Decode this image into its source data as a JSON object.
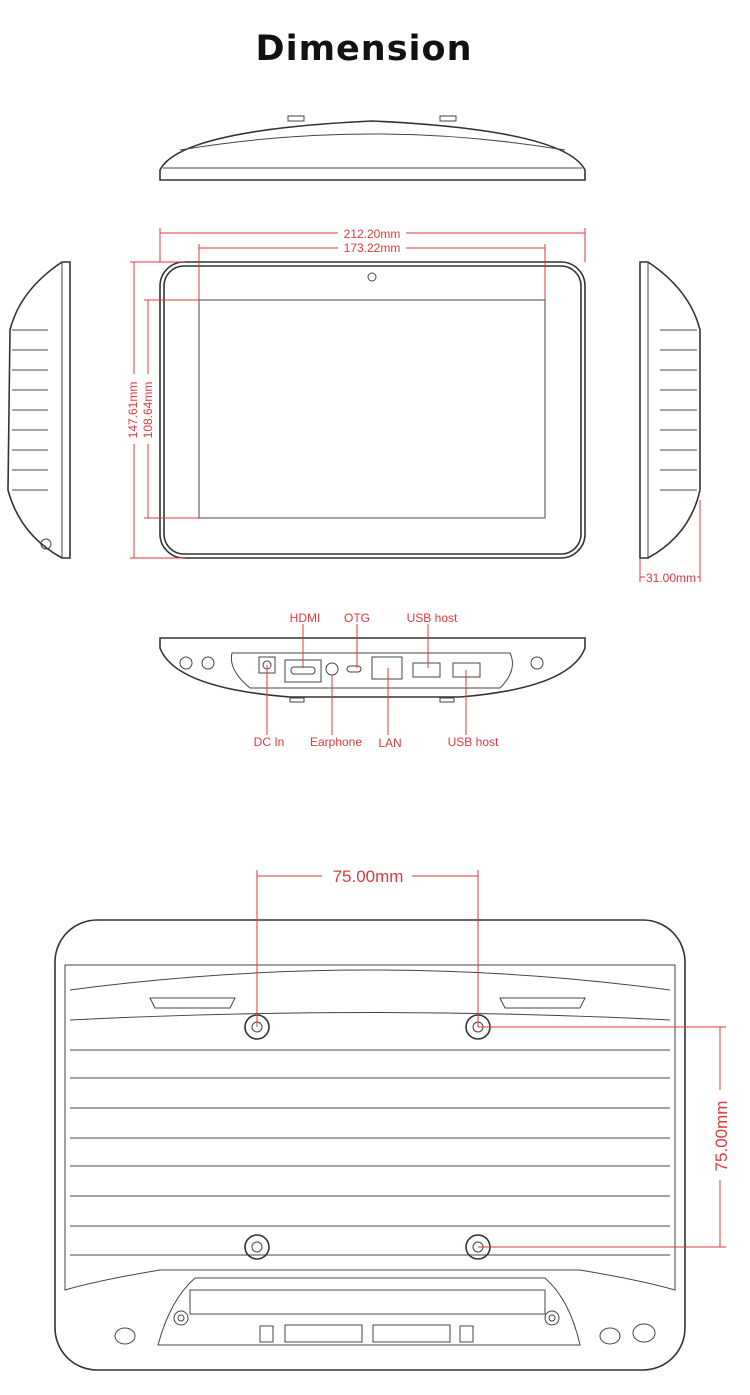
{
  "title": "Dimension",
  "front_view": {
    "width_outer": "212.20mm",
    "width_screen": "173.22mm",
    "height_outer": "147.61mm",
    "height_screen": "108.64mm"
  },
  "side_view": {
    "depth": "31.00mm"
  },
  "ports": {
    "top_labels": [
      "HDMI",
      "OTG",
      "USB host"
    ],
    "bottom_labels": [
      "DC In",
      "Earphone",
      "LAN",
      "USB host"
    ]
  },
  "back_view": {
    "vesa_horizontal": "75.00mm",
    "vesa_vertical": "75.00mm"
  },
  "colors": {
    "dimension": "#e0393b",
    "outline": "#333333"
  }
}
